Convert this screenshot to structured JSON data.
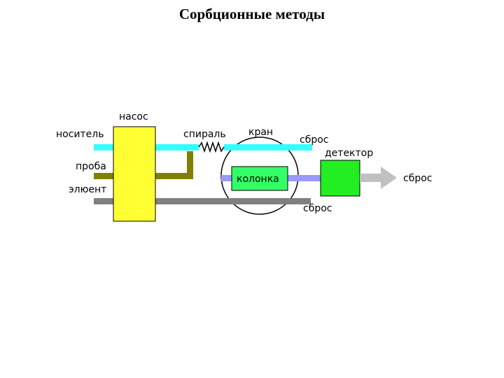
{
  "title": "Сорбционные методы",
  "labels": {
    "pump": "насос",
    "carrier": "носитель",
    "sample": "проба",
    "eluent": "элюент",
    "coil": "спираль",
    "valve": "кран",
    "waste_top": "сброс",
    "detector": "детектор",
    "waste_right": "сброс",
    "waste_bottom": "сброс",
    "column": "колонка"
  },
  "colors": {
    "pump": "#ffff33",
    "carrier_line": "#33ffff",
    "sample_line": "#808000",
    "eluent_line": "#808080",
    "column_line": "#9999ff",
    "column": "#33ff66",
    "detector": "#22ee22",
    "arrow": "#c0c0c0"
  }
}
